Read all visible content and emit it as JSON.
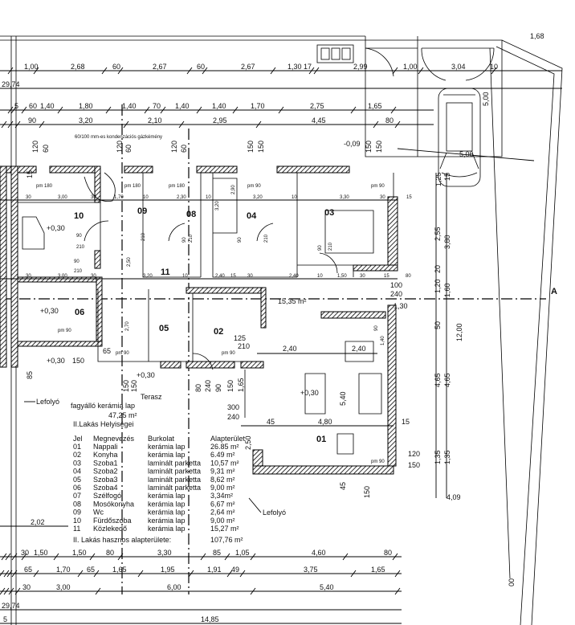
{
  "drawing": {
    "top_row1": [
      "1,00",
      "2,68",
      "60",
      "2,67",
      "60",
      "2,67",
      "1,30",
      "17",
      "2,99",
      "1,00",
      "3,04",
      "10"
    ],
    "top_total": "29,74",
    "top_row2": [
      "5",
      "60",
      "1,40",
      "1,80",
      "1,40",
      "70",
      "1,40",
      "1,40",
      "1,70",
      "2,75",
      "1,65"
    ],
    "top_row3": [
      "90",
      "3,20",
      "2,10",
      "2,95",
      "4,45",
      "80"
    ],
    "chimney_note": "60/100 mm-es kondenzációs gázkémény",
    "top_verticals": [
      "120",
      "60",
      "120",
      "60",
      "120",
      "60",
      "150",
      "150",
      "150",
      "150",
      "15"
    ],
    "level_top": "-0,09",
    "garage": {
      "d1": "5,00",
      "d2": "5,06",
      "d3": "1,68",
      "d4": "15",
      "d5": "1,25"
    },
    "right_dims": [
      "2,55",
      "3,80",
      "1,20",
      "1,60",
      "50",
      "12,00",
      "4,65",
      "4,65",
      "1,35",
      "1,35",
      "4,09",
      "20"
    ],
    "section_mark": "A",
    "rooms": {
      "r10": "10",
      "r08": "08",
      "r04": "04",
      "r03": "03",
      "r09": "09",
      "r11": "11",
      "r06": "06",
      "r05": "05",
      "r02": "02",
      "r01": "01"
    },
    "room_inner_dims": [
      "30",
      "3,00",
      "30",
      "1,70",
      "10",
      "2,30",
      "10",
      "3,20",
      "10",
      "3,30",
      "30",
      "15",
      "30",
      "3,00",
      "30",
      "3,20",
      "10",
      "2,40",
      "15",
      "30",
      "2,40",
      "10",
      "1,50",
      "30",
      "15",
      "80"
    ],
    "pm": [
      "pm 180",
      "pm 180",
      "pm 180",
      "pm 90",
      "pm 90",
      "pm 90",
      "pm 90",
      "pm 90",
      "pm 90"
    ],
    "levels": [
      "+0,30",
      "+0,30",
      "+0,30",
      "+0,30",
      "+0,30"
    ],
    "door_dims": [
      "90",
      "210",
      "90",
      "210",
      "2,50",
      "210",
      "90",
      "210",
      "90",
      "210",
      "90",
      "210",
      "2,90",
      "3,20",
      "2,70",
      "90",
      "1,40"
    ],
    "living_area_partial": "15,35 m²",
    "kitchen_dims": [
      "125",
      "210",
      "2,40",
      "2,40",
      "100",
      "240",
      "1,30"
    ],
    "lower_dims": [
      "65",
      "150",
      "85",
      "150",
      "150",
      "80",
      "240",
      "90",
      "150",
      "1,65",
      "300",
      "240",
      "45",
      "4,80",
      "15",
      "5,40",
      "2,50",
      "120",
      "150",
      "45",
      "150"
    ],
    "terrace": {
      "title": "Terasz",
      "finish": "fagyálló kerámia lap",
      "area": "47,25 m²"
    },
    "drain_left": "Lefolyó",
    "drain_right": "Lefolyó",
    "left_dim": "2,02",
    "bottom_row1": [
      "30",
      "1,50",
      "1,50",
      "80",
      "3,30",
      "85",
      "1,05",
      "4,60",
      "80"
    ],
    "bottom_row2": [
      "65",
      "1,70",
      "65",
      "1,65",
      "1,95",
      "1,91",
      "49",
      "3,75",
      "1,65"
    ],
    "bottom_row3": [
      "30",
      "3,00",
      "6,00",
      "5,40"
    ],
    "bottom_total": "29,74",
    "bottom_row5": [
      "5",
      "14,85"
    ],
    "right_bottom": "00"
  },
  "schedule": {
    "title": "II.Lakás Helyiségei",
    "headers": [
      "Jel",
      "Megnevezés",
      "Burkolat",
      "Alapterület"
    ],
    "rows": [
      [
        "01",
        "Nappali",
        "kerámia lap",
        "26.85 m²"
      ],
      [
        "02",
        "Konyha",
        "kerámia lap",
        "6.49 m²"
      ],
      [
        "03",
        "Szoba1",
        "laminált parketta",
        "10,57 m²"
      ],
      [
        "04",
        "Szoba2",
        "laminált parketta",
        "9,31 m²"
      ],
      [
        "05",
        "Szoba3",
        "laminált parketta",
        "8,62 m²"
      ],
      [
        "06",
        "Szoba4",
        "laminált parketta",
        "9,00 m²"
      ],
      [
        "07",
        "Szélfogó",
        "kerámia lap",
        "3,34m²"
      ],
      [
        "08",
        "Mosókonyha",
        "kerámia lap",
        "6,67 m²"
      ],
      [
        "09",
        "Wc",
        "kerámia lap",
        "2,64 m²"
      ],
      [
        "10",
        "Fürdőszoba",
        "kerámia lap",
        "9,00 m²"
      ],
      [
        "11",
        "Közlekedő",
        "kerámia lap",
        "15,27 m²"
      ]
    ],
    "total_label": "II. Lakás hasznos alapterülete:",
    "total_value": "107,76 m²"
  }
}
